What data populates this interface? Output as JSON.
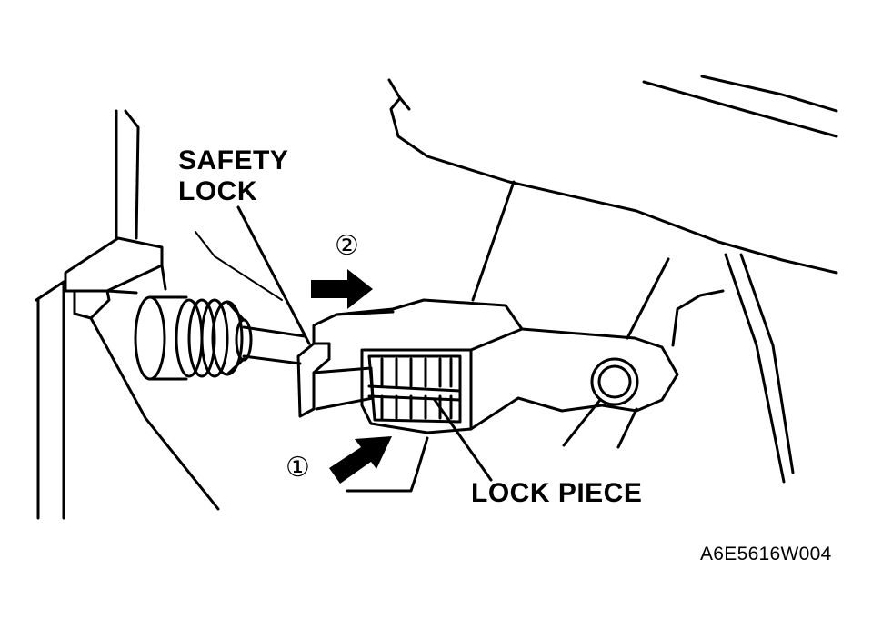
{
  "labels": {
    "safety_lock": [
      "SAFETY",
      "LOCK"
    ],
    "lock_piece": "LOCK PIECE",
    "step_1": "①",
    "step_2": "②",
    "figure_code": "A6E5616W004"
  },
  "colors": {
    "ink": "#000000",
    "background": "#ffffff"
  }
}
